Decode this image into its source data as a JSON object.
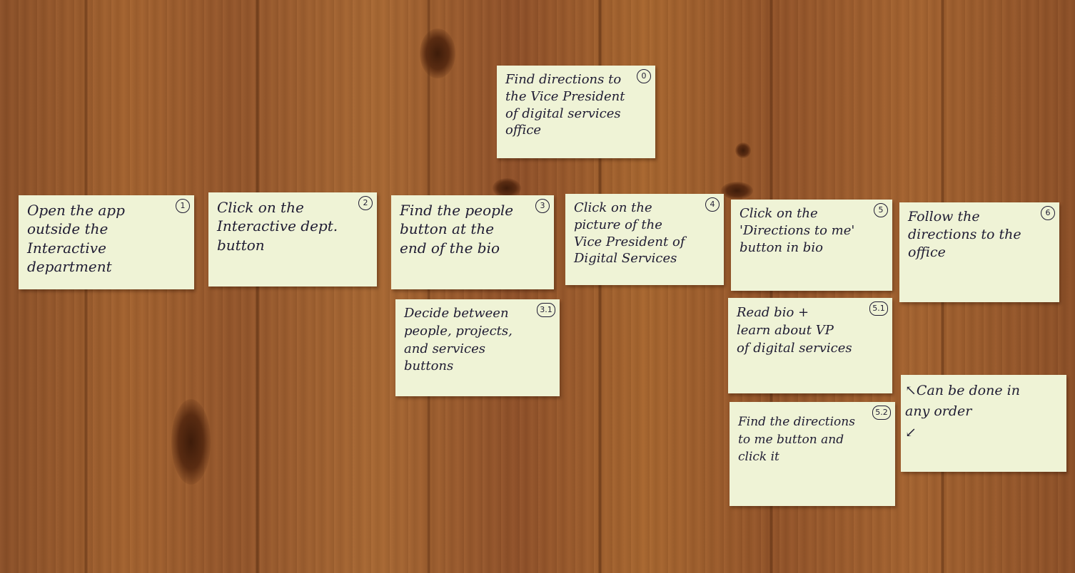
{
  "notes": {
    "goal": {
      "num": "0",
      "text": "Find directions to\nthe Vice President\nof digital services\noffice"
    },
    "step1": {
      "num": "1",
      "text": "Open the app\noutside the\nInteractive department"
    },
    "step2": {
      "num": "2",
      "text": "Click on the\nInteractive dept.\nbutton"
    },
    "step3": {
      "num": "3",
      "text": "Find the people\nbutton at the\nend of the bio"
    },
    "step3_1": {
      "num": "3.1",
      "text": "Decide between\npeople, projects,\nand services\nbuttons"
    },
    "step4": {
      "num": "4",
      "text": "Click on the\npicture of the\nVice President of\nDigital Services"
    },
    "step5": {
      "num": "5",
      "text": "Click on the\n'Directions to me'\nbutton in bio"
    },
    "step5_1": {
      "num": "5.1",
      "text": "Read bio +\nlearn about VP\nof digital services"
    },
    "step5_2": {
      "num": "5.2",
      "text": "Find the directions\nto me button and\nclick it"
    },
    "step6": {
      "num": "6",
      "text": "Follow the\ndirections to the\noffice"
    },
    "order_note": {
      "text": "↖Can be done in\nany order\n↙"
    }
  }
}
